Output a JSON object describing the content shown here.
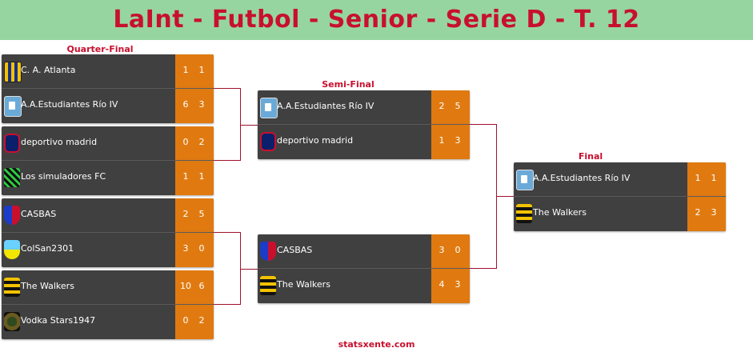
{
  "title": "LaInt - Futbol - Senior - Serie D - T. 12",
  "footer": "statsxente.com",
  "rounds": {
    "quarter": "Quarter-Final",
    "semi": "Semi-Final",
    "final": "Final"
  },
  "quarterfinals": [
    {
      "home": {
        "name": "C. A. Atlanta",
        "logo": "shield-atlanta-icon",
        "s1": "1",
        "s2": "1"
      },
      "away": {
        "name": "A.A.Estudiantes Río IV",
        "logo": "shield-estudiantes-icon",
        "s1": "6",
        "s2": "3"
      }
    },
    {
      "home": {
        "name": "deportivo madrid",
        "logo": "shield-deportivo-icon",
        "s1": "0",
        "s2": "2"
      },
      "away": {
        "name": "Los simuladores FC",
        "logo": "shield-simuladores-icon",
        "s1": "1",
        "s2": "1"
      }
    },
    {
      "home": {
        "name": "CASBAS",
        "logo": "shield-casbas-icon",
        "s1": "2",
        "s2": "5"
      },
      "away": {
        "name": "ColSan2301",
        "logo": "shield-colsan-icon",
        "s1": "3",
        "s2": "0"
      }
    },
    {
      "home": {
        "name": "The Walkers",
        "logo": "shield-walkers-icon",
        "s1": "10",
        "s2": "6"
      },
      "away": {
        "name": "Vodka Stars1947",
        "logo": "shield-vodka-icon",
        "s1": "0",
        "s2": "2"
      }
    }
  ],
  "semifinals": [
    {
      "home": {
        "name": "A.A.Estudiantes Río IV",
        "logo": "shield-estudiantes-icon",
        "s1": "2",
        "s2": "5"
      },
      "away": {
        "name": "deportivo madrid",
        "logo": "shield-deportivo-icon",
        "s1": "1",
        "s2": "3"
      }
    },
    {
      "home": {
        "name": "CASBAS",
        "logo": "shield-casbas-icon",
        "s1": "3",
        "s2": "0"
      },
      "away": {
        "name": "The Walkers",
        "logo": "shield-walkers-icon",
        "s1": "4",
        "s2": "3"
      }
    }
  ],
  "final": {
    "home": {
      "name": "A.A.Estudiantes Río IV",
      "logo": "shield-estudiantes-icon",
      "s1": "1",
      "s2": "1"
    },
    "away": {
      "name": "The Walkers",
      "logo": "shield-walkers-icon",
      "s1": "2",
      "s2": "3"
    }
  },
  "colors": {
    "header_bg": "#97d5a0",
    "accent": "#c8102e",
    "card_bg": "#404040",
    "score_bg": "#e07a10"
  }
}
